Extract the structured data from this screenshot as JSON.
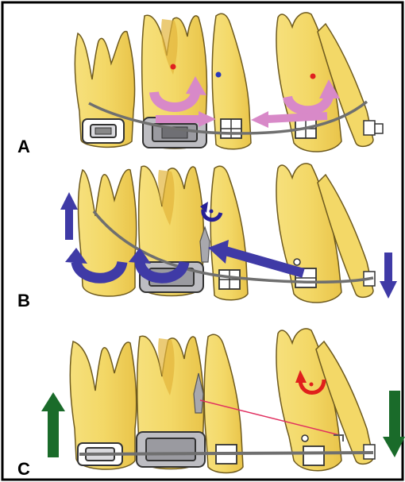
{
  "panels": [
    {
      "label": "A"
    },
    {
      "label": "B"
    },
    {
      "label": "C"
    }
  ],
  "colors": {
    "tooth_fill": "#F3D867",
    "tooth_stroke": "#6E5A1E",
    "tooth_shade": "#E2B53C",
    "gum_line": "#B88A2A",
    "archwire": "#6F6F6F",
    "bracket": "#A8A8AD",
    "band": "#BDBDC2",
    "arrow_pink": "#D889C8",
    "arrow_blue": "#3F3AA6",
    "arrow_darkblue": "#262096",
    "arrow_red": "#E0201C",
    "arrow_green": "#1A6B2A",
    "marker_red": "#E02020",
    "marker_blue": "#2838B8",
    "elastic_pink": "#E03060",
    "frame": "#000000"
  },
  "icons": {
    "pink_curved_arrow": "rotation-arrow",
    "blue_curved_arrow": "rotation-arrow",
    "red_u_arrow": "rotation-arrow",
    "vertical_arrow": "intrusion-extrusion-arrow"
  }
}
